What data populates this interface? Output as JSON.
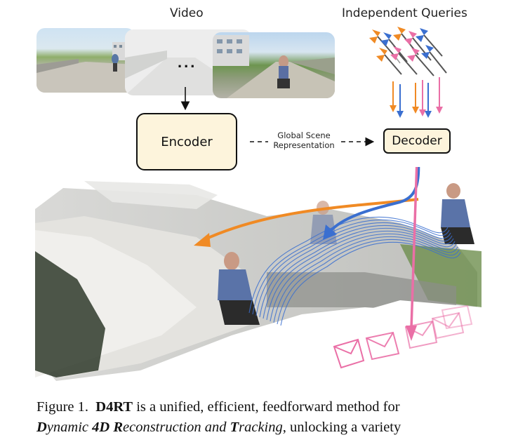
{
  "labels": {
    "video": "Video",
    "queries": "Independent Queries",
    "encoder": "Encoder",
    "decoder": "Decoder",
    "scene_line1": "Global Scene",
    "scene_line2": "Representation",
    "ellipsis": "..."
  },
  "caption": {
    "fig_label": "Figure 1.",
    "name": "D4RT",
    "line1_rest": " is a unified, efficient, feedforward method for",
    "w1_bold": "D",
    "w1_rest": "ynamic ",
    "w2_bold": "4D R",
    "w2_rest": "econstruction and ",
    "w3_bold": "T",
    "w3_rest": "racking",
    "line2_tail": ", unlocking a variety"
  },
  "colors": {
    "orange": "#f08a24",
    "blue": "#3a6fd0",
    "pink": "#ea6fa6",
    "encoder_fill": "#fdf4dc",
    "decoder_fill": "#fdf4dc"
  }
}
